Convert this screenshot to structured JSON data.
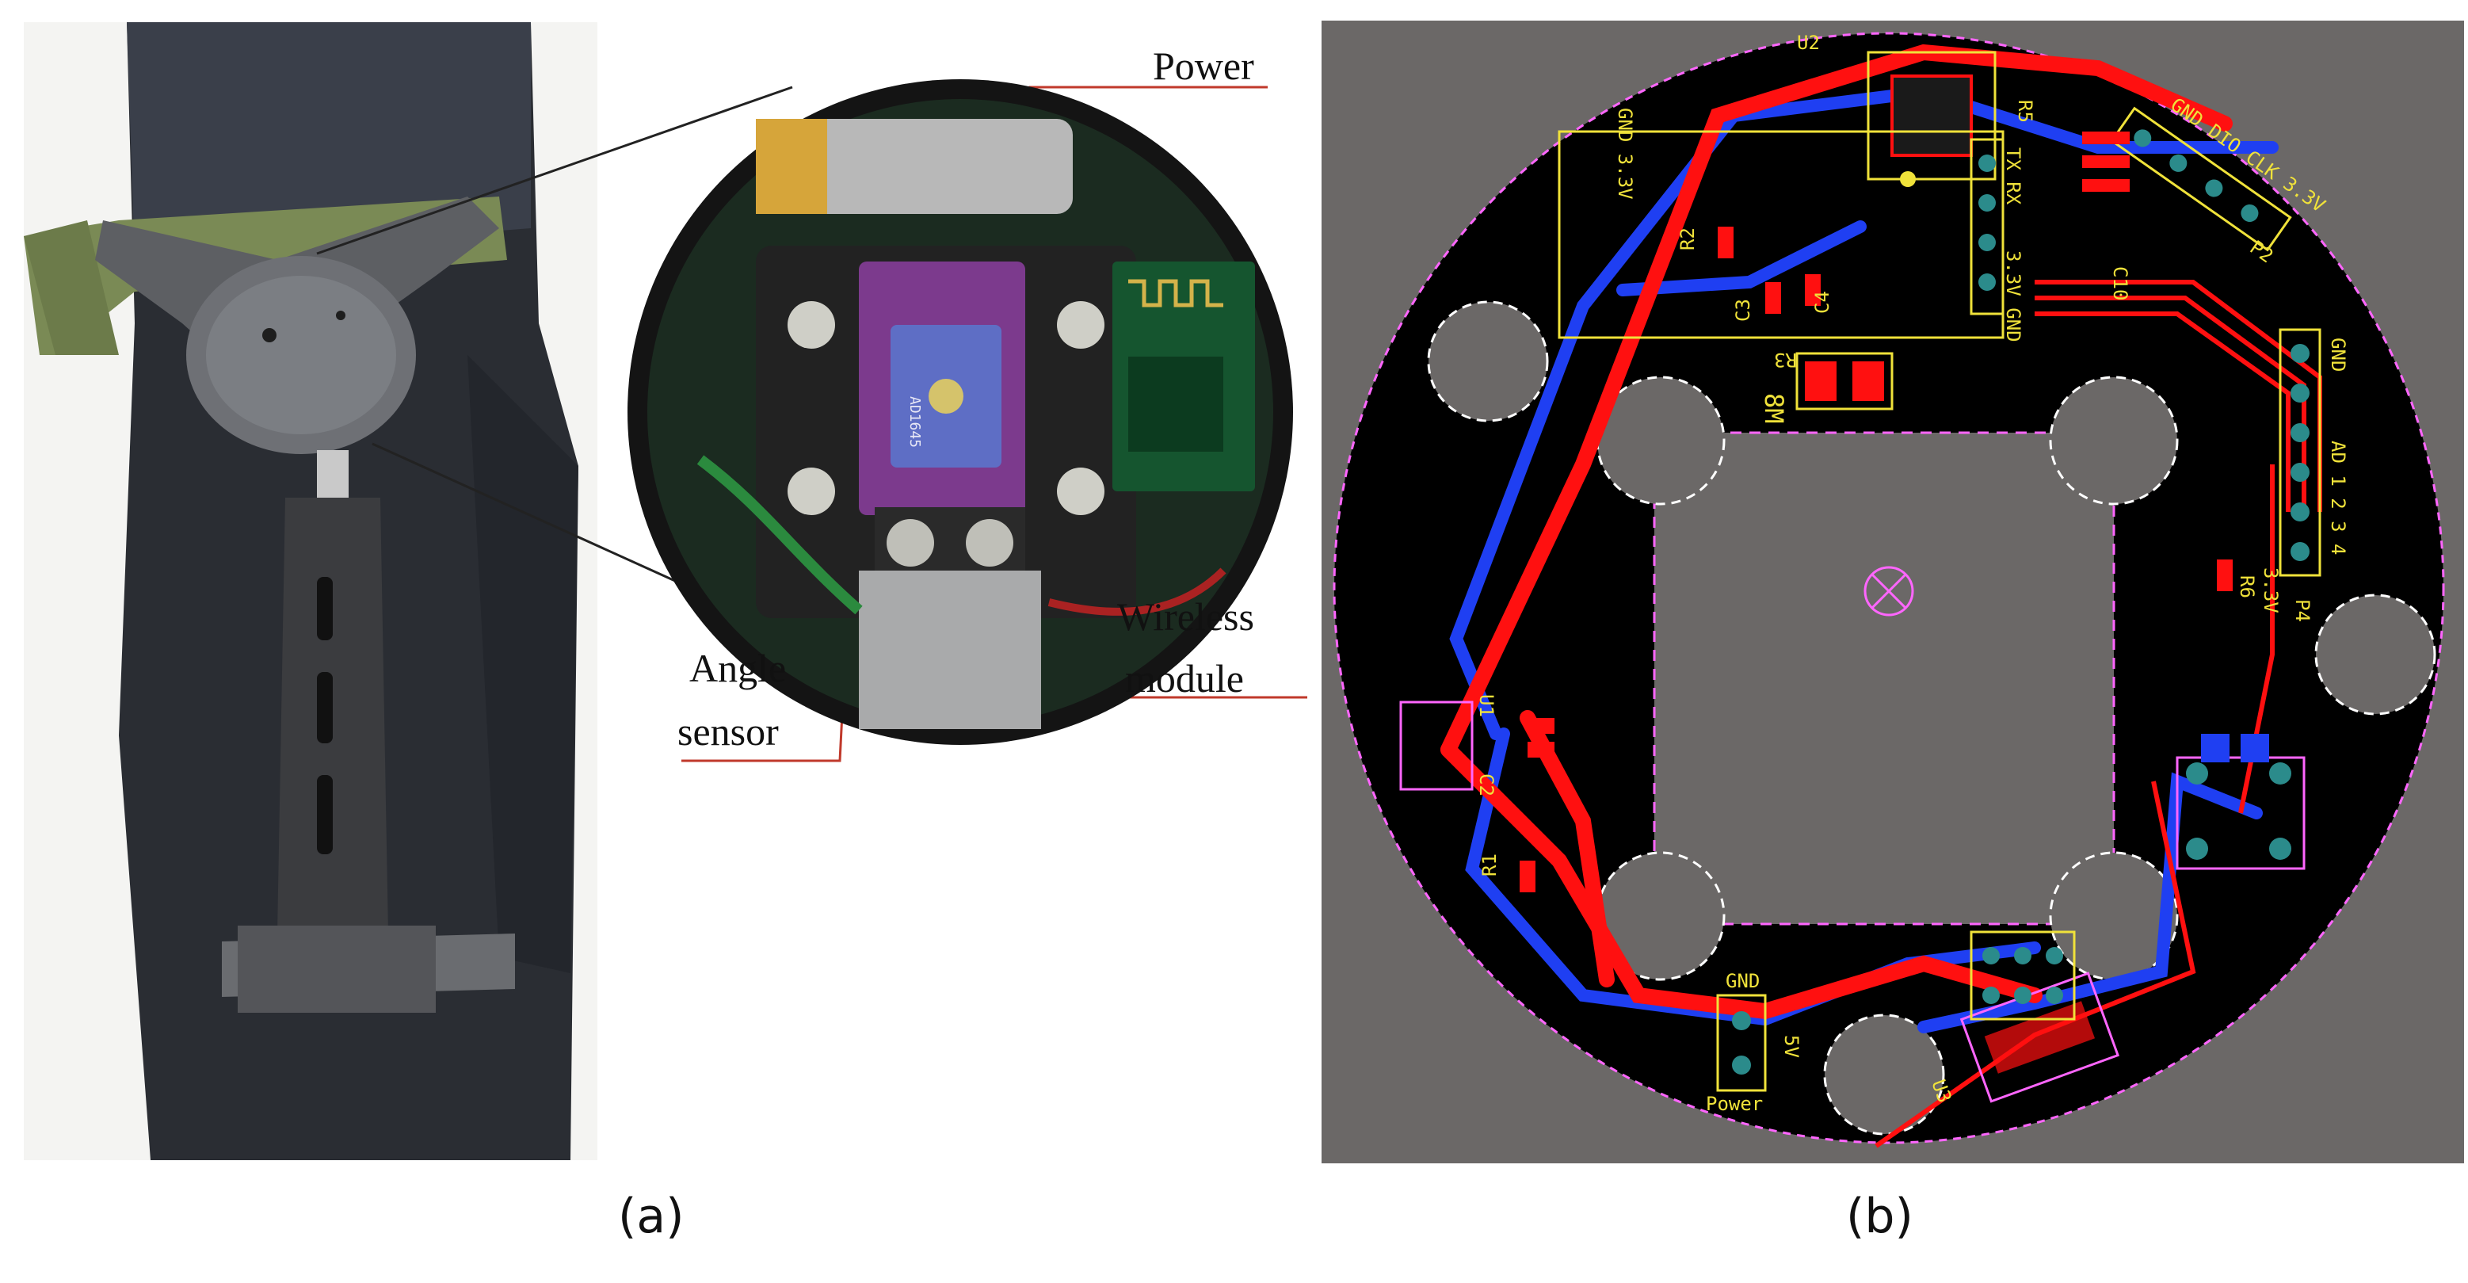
{
  "panel_a": {
    "callouts": {
      "power": "Power",
      "angle_sensor_line1": "Angle",
      "angle_sensor_line2": "sensor",
      "wireless_line1": "Wireless",
      "wireless_line2": "module"
    },
    "sensor_chip_text": "AD1645",
    "caption": "(a)"
  },
  "panel_b": {
    "caption": "(b)",
    "silkscreen": {
      "u2": "U2",
      "u1": "U1",
      "u3": "U3",
      "r1": "R1",
      "r2": "R2",
      "r3": "R3",
      "r5": "R5",
      "r6": "R6",
      "c2": "C2",
      "c3": "C3",
      "c4": "C4",
      "c10": "C10",
      "m8": "8M",
      "p2": "P2",
      "p4": "P4",
      "gnd": "GND",
      "gnd_33v": "GND 3.3V",
      "tx_rx": "TX  RX",
      "v33_gnd": "3.3V GND",
      "swd": "GND DIO CLK 3.3V",
      "p4_pins": "AD 1 2 3 4",
      "v33": "3.3V",
      "power_gnd": "GND",
      "power_5v": "5V",
      "power": "Power"
    }
  },
  "colors": {
    "pcb_background": "#6b6867",
    "board": "#000000",
    "top_copper": "#ff1010",
    "bottom_copper": "#1f3ff2",
    "silkscreen": "#f0e23a",
    "keepout": "#ff66ff",
    "callout_line": "#c0392b"
  }
}
